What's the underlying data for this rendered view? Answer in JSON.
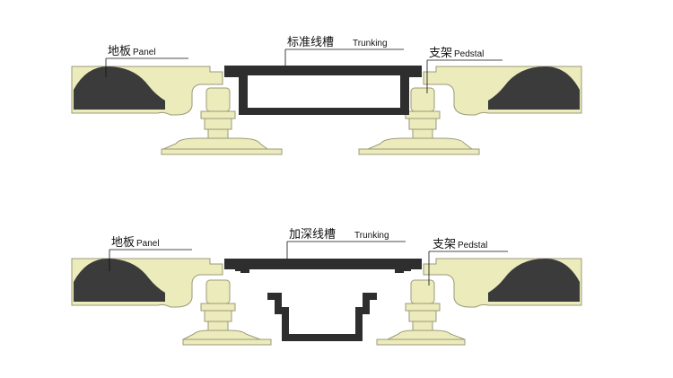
{
  "diagram_top": {
    "trunking_label_cn": "标准线槽",
    "trunking_label_en": "Trunking",
    "panel_label_cn": "地板",
    "panel_label_en": "Panel",
    "pedestal_label_cn": "支架",
    "pedestal_label_en": "Pedstal"
  },
  "diagram_bottom": {
    "trunking_label_cn": "加深线槽",
    "trunking_label_en": "Trunking",
    "panel_label_cn": "地板",
    "panel_label_en": "Panel",
    "pedestal_label_cn": "支架",
    "pedestal_label_en": "Pedstal"
  },
  "colors": {
    "panel_fill": "#ecebbb",
    "panel_core": "#3b3b3b",
    "pedestal_fill": "#ecebbb",
    "trunking": "#2e2e2e",
    "stroke": "#9c9a78"
  }
}
